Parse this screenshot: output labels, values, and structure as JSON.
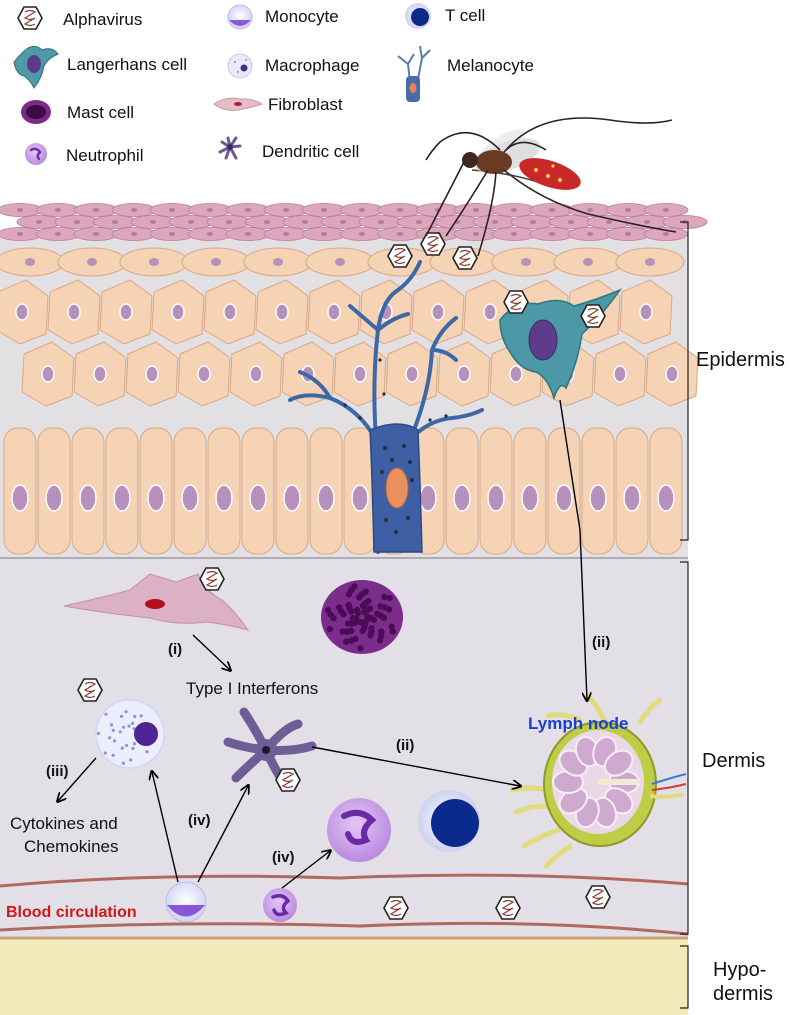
{
  "legend": {
    "alphavirus": "Alphavirus",
    "langerhans": "Langerhans cell",
    "mast": "Mast cell",
    "neutrophil": "Neutrophil",
    "monocyte": "Monocyte",
    "macrophage": "Macrophage",
    "fibroblast": "Fibroblast",
    "dendritic": "Dendritic cell",
    "tcell": "T cell",
    "melanocyte": "Melanocyte"
  },
  "layers": {
    "epidermis": "Epidermis",
    "dermis": "Dermis",
    "hypo_line1": "Hypo-",
    "hypo_line2": "dermis"
  },
  "labels": {
    "type1_ifn": "Type I Interferons",
    "cytokines_line1": "Cytokines and",
    "cytokines_line2": "Chemokines",
    "lymph_node": "Lymph node",
    "blood_circulation": "Blood circulation",
    "step_i": "(i)",
    "step_ii": "(ii)",
    "step_iii": "(iii)",
    "step_iv": "(iv)"
  },
  "colors": {
    "lymph_node_label": "#1a3fd6",
    "blood_label": "#d01818",
    "skin_cell": "#f6d3b4",
    "dermis_bg": "#e4e0e6",
    "hypodermis_bg": "#f1ebb9",
    "vessel": "#b06a5d"
  }
}
